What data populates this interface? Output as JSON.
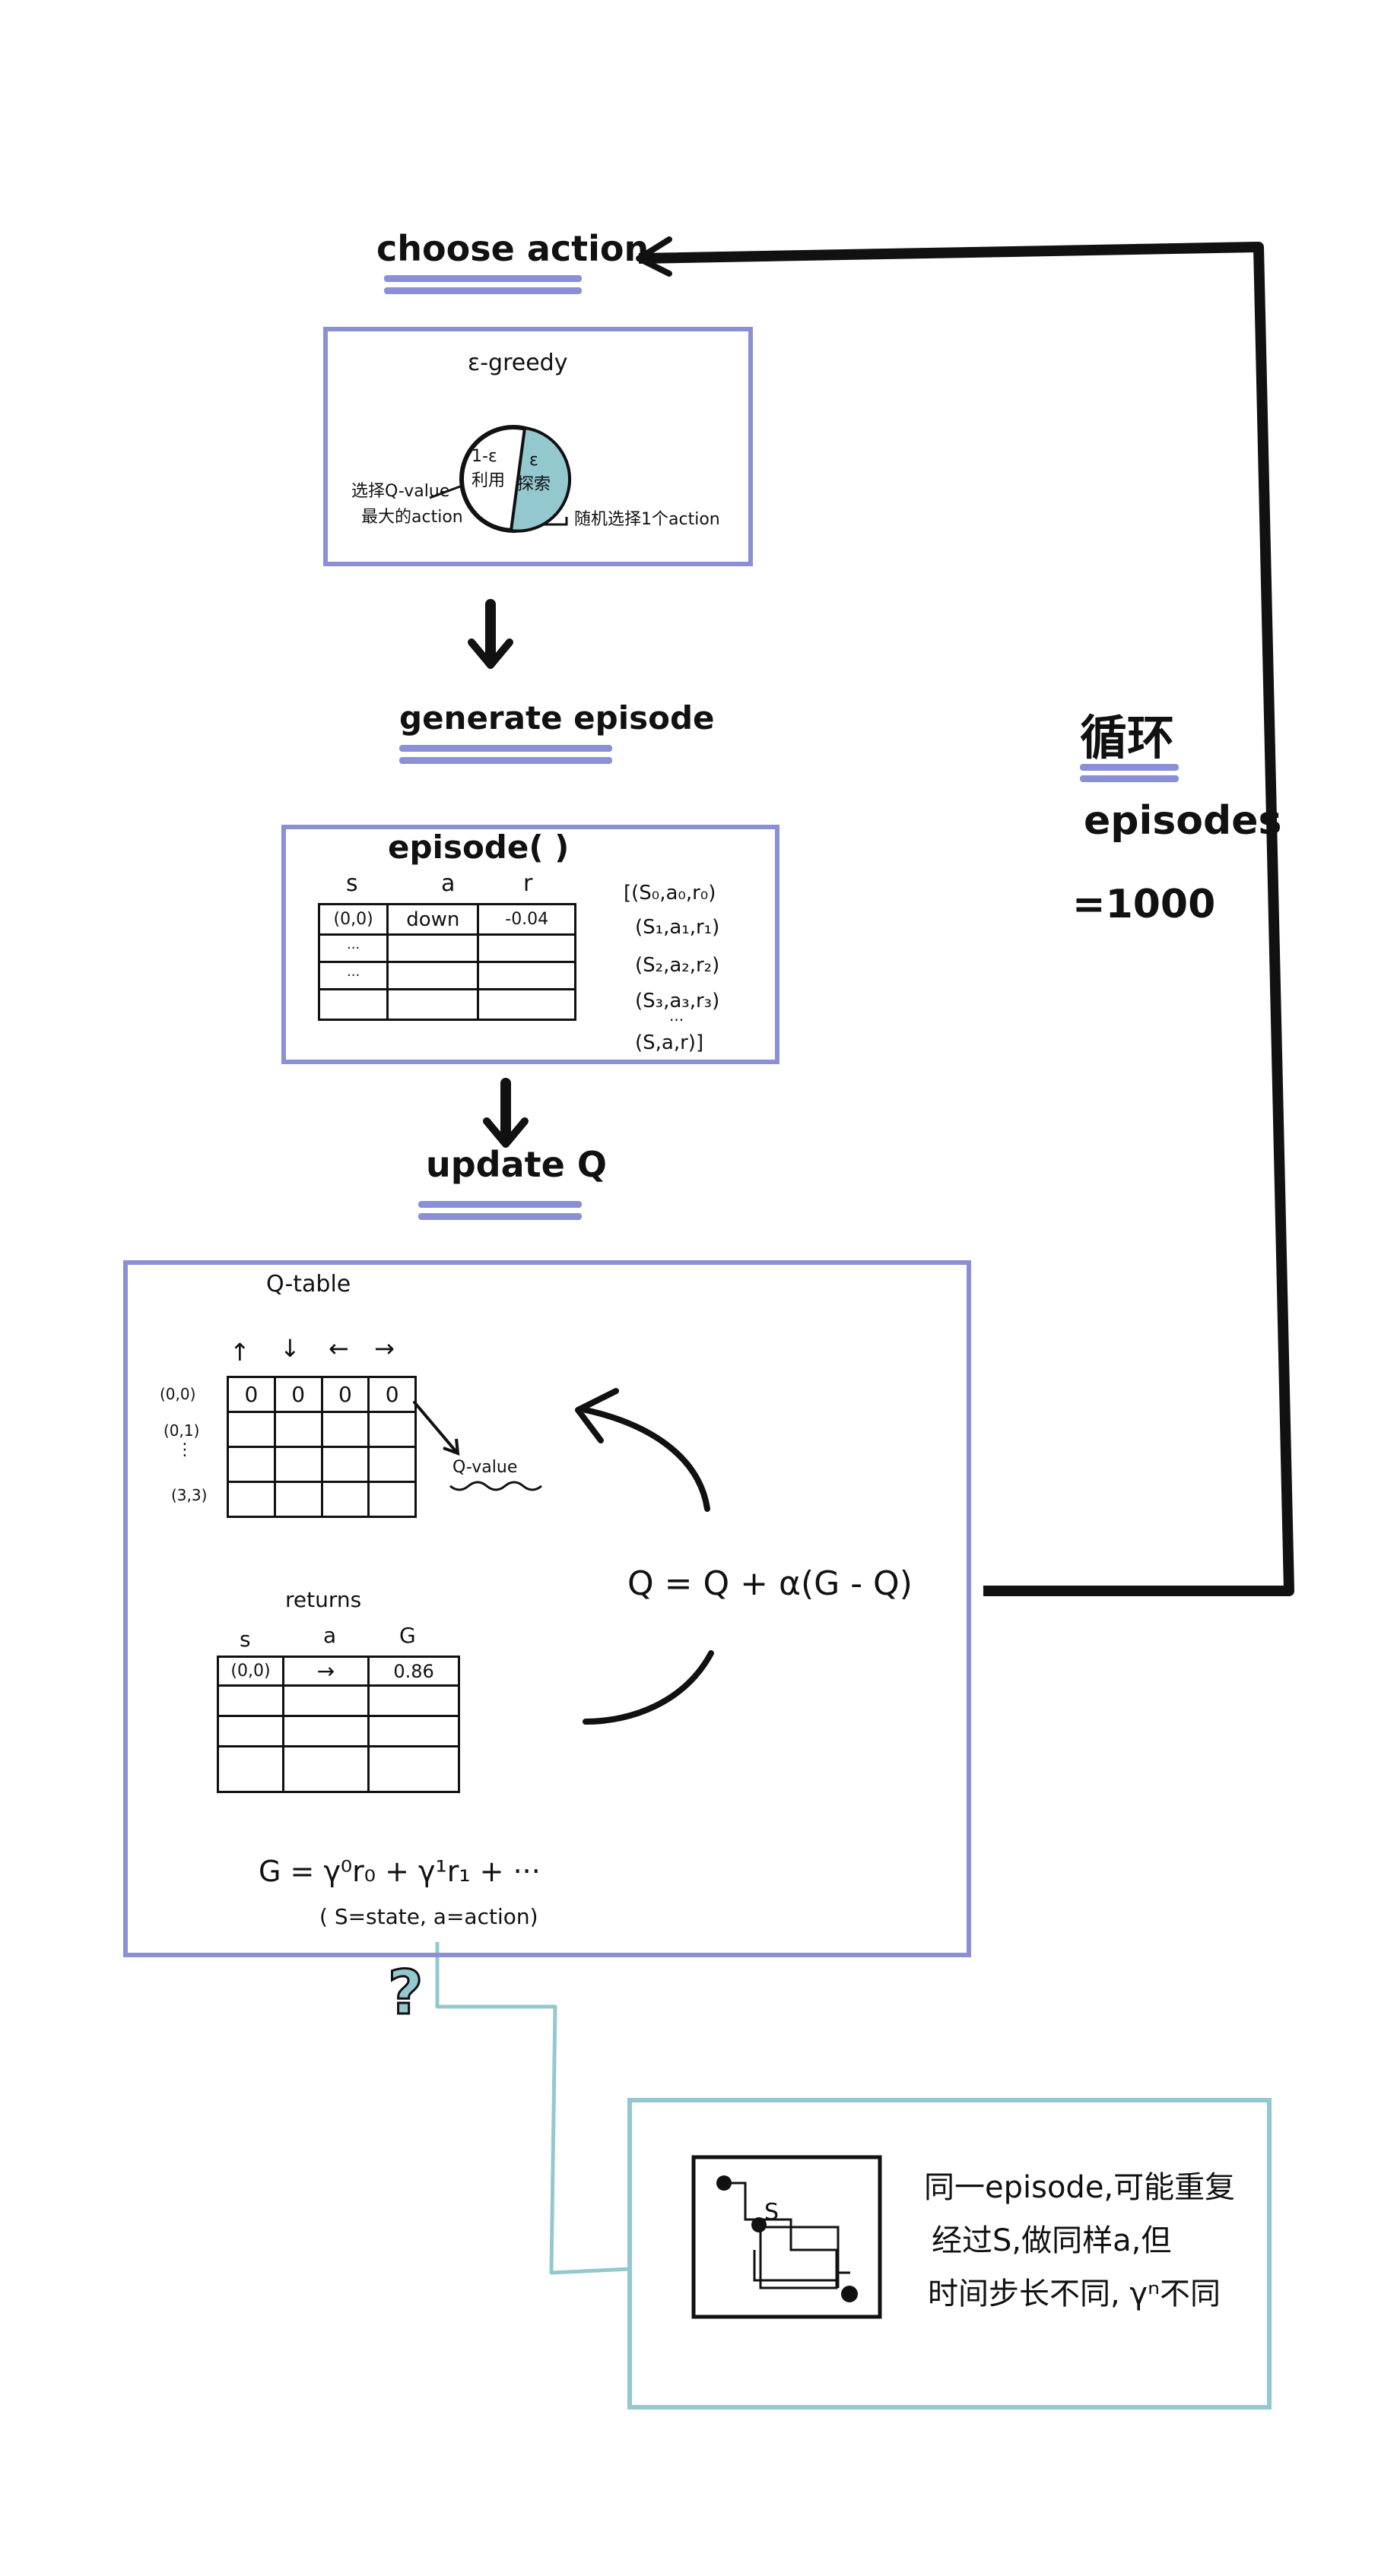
{
  "steps": {
    "choose_action": "choose action",
    "generate_episode": "generate episode",
    "update_q": "update Q"
  },
  "egreedy": {
    "title": "ε-greedy",
    "exploit_label": "1-ε\n利用",
    "explore_label": "ε\n探索",
    "left_note_line1": "选择Q-value",
    "left_note_line2": "最大的action",
    "right_note": "随机选择1个action"
  },
  "episode": {
    "title": "episode( )",
    "headers": [
      "s",
      "a",
      "r"
    ],
    "rows": [
      [
        "(0,0)",
        "down",
        "-0.04"
      ],
      [
        "···",
        "",
        ""
      ],
      [
        "···",
        "",
        ""
      ],
      [
        "",
        "",
        ""
      ]
    ],
    "sequence": [
      "[(S₀,a₀,r₀)",
      "(S₁,a₁,r₁)",
      "(S₂,a₂,r₂)",
      "(S₃,a₃,r₃)",
      "···",
      "(S,a,r)]"
    ]
  },
  "qtable": {
    "title": "Q-table",
    "col_arrows": [
      "↑",
      "↓",
      "←",
      "→"
    ],
    "row_labels": [
      "(0,0)",
      "(0,1)",
      "⋮",
      "(3,3)"
    ],
    "first_row": [
      "0",
      "0",
      "0",
      "0"
    ],
    "qvalue_note": "Q-value"
  },
  "returns": {
    "title": "returns",
    "headers": [
      "s",
      "a",
      "G"
    ],
    "first_row": [
      "(0,0)",
      "→",
      "0.86"
    ]
  },
  "formulas": {
    "update": "Q = Q + α(G - Q)",
    "g_line": "G = γ⁰r₀ + γ¹r₁ + ···",
    "legend": "( S=state,  a=action)"
  },
  "loop": {
    "title": "循环",
    "line2": "episodes",
    "line3": "=1000"
  },
  "question_mark": "?",
  "note": {
    "text_line1": "同一episode,可能重复",
    "text_line2": "经过S,做同样a,但",
    "text_line3": "时间步长不同, γⁿ不同",
    "s_label": "S"
  },
  "colors": {
    "box_blue": "#8a8fd6",
    "box_teal": "#93c8cf",
    "pie_fill": "#93c8cf",
    "ink": "#111111"
  }
}
